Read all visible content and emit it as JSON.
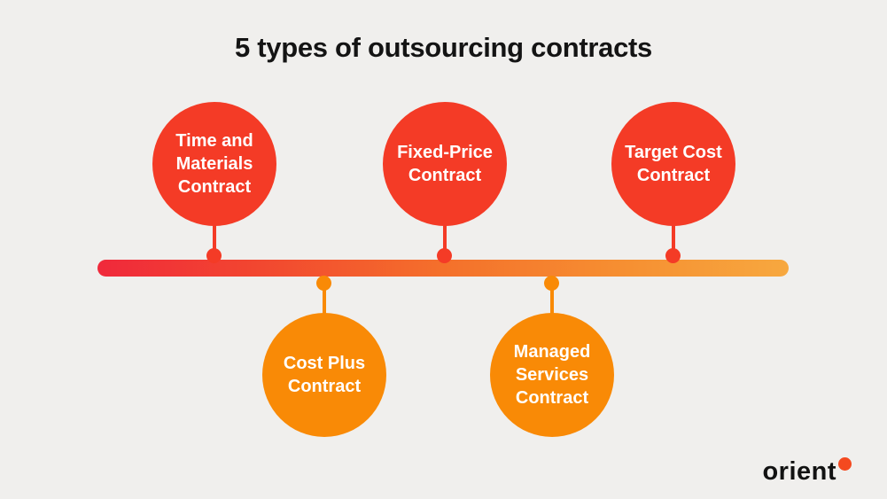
{
  "title": "5 types of outsourcing contracts",
  "timeline": {
    "type": "horizontal-gradient-bar",
    "gradient_start": "#F0293B",
    "gradient_mid": "#F4702B",
    "gradient_end": "#F7A83F"
  },
  "nodes": [
    {
      "id": "time-and-materials",
      "label": "Time and Materials Contract",
      "side": "above",
      "color": "#F43B26"
    },
    {
      "id": "cost-plus",
      "label": "Cost Plus Contract",
      "side": "below",
      "color": "#F98A06"
    },
    {
      "id": "fixed-price",
      "label": "Fixed-Price Contract",
      "side": "above",
      "color": "#F43B26"
    },
    {
      "id": "managed-services",
      "label": "Managed Services Contract",
      "side": "below",
      "color": "#F98A06"
    },
    {
      "id": "target-cost",
      "label": "Target Cost Contract",
      "side": "above",
      "color": "#F43B26"
    }
  ],
  "colors": {
    "background": "#F0EFED",
    "red_bubble": "#F43B26",
    "orange_bubble": "#F98A06",
    "bubble_text": "#FFFFFF",
    "title_text": "#141414",
    "logo_text": "#121212",
    "logo_dot": "#F4491F"
  },
  "logo": {
    "text": "orient"
  }
}
